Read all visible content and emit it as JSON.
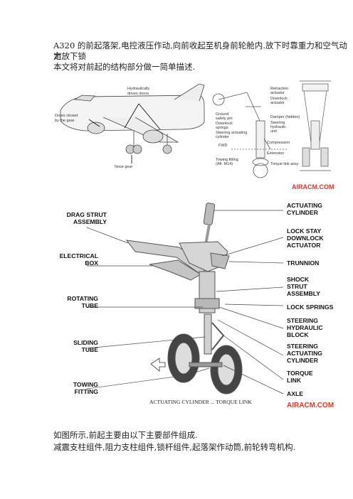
{
  "intro": {
    "line1": "A320 的前起落架,电控液压作动,向前收起至机身前轮舱内.放下时靠重力和空气动力放下锁",
    "line2": "定.",
    "line3": "本文将对前起的结构部分做一简单描述."
  },
  "figure1": {
    "hydraulic_doors_1": "Hydraulically",
    "hydraulic_doors_2": "driven doors",
    "doors_closed_1": "Doors closed",
    "doors_closed_2": "by the gear",
    "nose_gear": "Nose gear",
    "ann_retraction_1": "Retraction",
    "ann_retraction_2": "actuator",
    "ann_downlock_1": "Downlock",
    "ann_downlock_2": "actuator",
    "ann_ground_1": "Ground",
    "ann_ground_2": "safety pin",
    "ann_dlsprings_1": "Downlock",
    "ann_dlsprings_2": "springs",
    "ann_steer_1": "Steering actuating",
    "ann_steer_2": "cylinder",
    "ann_damper": "Damper (hidden)",
    "ann_steerblock_1": "Steering",
    "ann_steerblock_2": "hydraulic",
    "ann_steerblock_3": "unit",
    "ann_fwd": "FWD",
    "ann_compression": "Compression",
    "ann_extension": "Extension",
    "ann_towing_1": "Towing fitting",
    "ann_towing_2": "(Aft. M14)",
    "ann_torque": "Torque link assy",
    "brand": "AIRACM.COM"
  },
  "figure2": {
    "left_labels": [
      [
        "DRAG STRUT",
        "ASSEMBLY"
      ],
      [
        "ELECTRICAL",
        "BOX"
      ],
      [
        "ROTATING",
        "TUBE"
      ],
      [
        "SLIDING",
        "TUBE"
      ],
      [
        "TOWING",
        "FITTING"
      ]
    ],
    "right_labels": [
      [
        "ACTUATING",
        "CYLINDER"
      ],
      [
        "LOCK STAY",
        "DOWNLOCK",
        "ACTUATOR"
      ],
      [
        "TRUNNION"
      ],
      [
        "SHOCK",
        "STRUT",
        "ASSEMBLY"
      ],
      [
        "LOCK SPRINGS"
      ],
      [
        "STEERING",
        "HYDRAULIC",
        "BLOCK"
      ],
      [
        "STEERING",
        "ACTUATING",
        "CYLINDER"
      ],
      [
        "TORQUE",
        "LINK"
      ],
      [
        "AXLE"
      ]
    ],
    "caption": "ACTUATING CYLINDER ... TORQUE LINK",
    "brand": "AIRACM.COM"
  },
  "outro": {
    "line1": "如图所示,前起主要由以下主要部件组成.",
    "line2": "减震支柱组件,阻力支柱组件,锁杆组件,起落架作动筒,前轮转弯机构."
  }
}
